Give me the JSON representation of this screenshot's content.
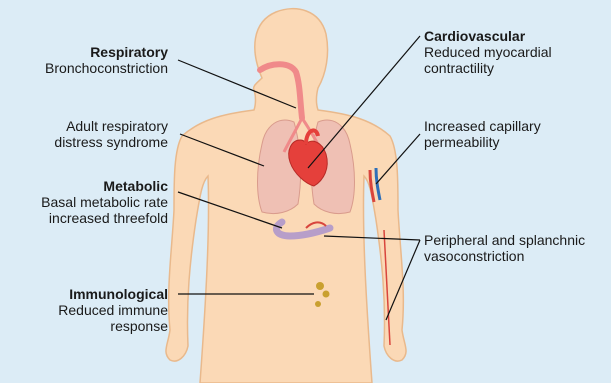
{
  "colors": {
    "background": "#dcecf6",
    "skin": "#fbd9b6",
    "skin_outline": "#e9b98c",
    "lung": "#efc0b4",
    "heart": "#e5403b",
    "airway": "#f08a8a",
    "gut": "#b79ec9",
    "vein": "#2f6fb8",
    "artery": "#d8453d",
    "node": "#c9a030",
    "leader": "#111111"
  },
  "labels": {
    "respiratory": {
      "title": "Respiratory",
      "desc": "Bronchoconstriction"
    },
    "ards": {
      "line1": "Adult respiratory",
      "line2": "distress syndrome"
    },
    "metabolic": {
      "title": "Metabolic",
      "line1": "Basal metabolic rate",
      "line2": "increased threefold"
    },
    "immunological": {
      "title": "Immunological",
      "line1": "Reduced immune",
      "line2": "response"
    },
    "cardiovascular": {
      "title": "Cardiovascular",
      "line1": "Reduced myocardial",
      "line2": "contractility"
    },
    "capillary": {
      "line1": "Increased capillary",
      "line2": "permeability"
    },
    "vasoconstriction": {
      "line1": "Peripheral and splanchnic",
      "line2": "vasoconstriction"
    }
  }
}
